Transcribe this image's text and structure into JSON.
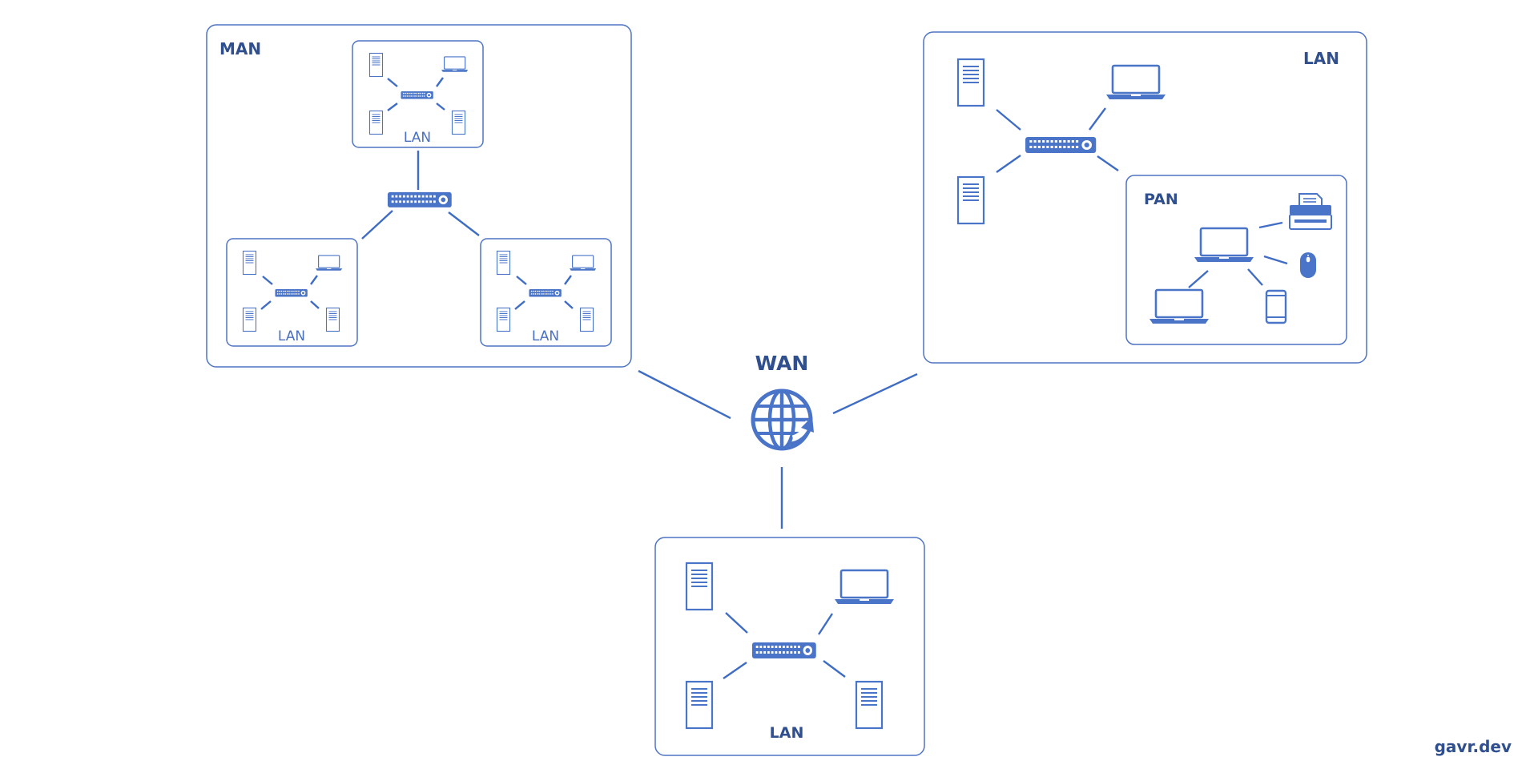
{
  "diagram": {
    "wan": {
      "title": "WAN"
    },
    "man": {
      "title": "MAN",
      "lans": [
        {
          "label": "LAN"
        },
        {
          "label": "LAN"
        },
        {
          "label": "LAN"
        }
      ]
    },
    "lan_right": {
      "title": "LAN",
      "pan": {
        "title": "PAN"
      }
    },
    "lan_bottom": {
      "label": "LAN"
    },
    "brand": "gavr.dev",
    "colors": {
      "stroke": "#3f6cc4",
      "fill": "#4a74c8",
      "title": "#2f4f8f",
      "background": "#ffffff"
    }
  }
}
